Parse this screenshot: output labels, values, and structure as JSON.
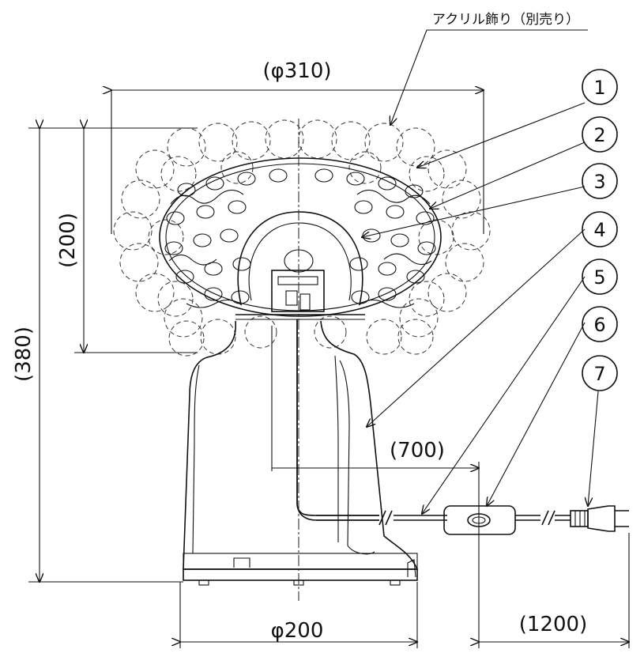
{
  "dimensions": {
    "width_top": "(φ310)",
    "shade_height": "(200)",
    "total_height": "(380)",
    "cord_to_switch": "(700)",
    "base_diameter": "φ200",
    "switch_to_plug": "(1200)"
  },
  "callout_note": "アクリル飾り（別売り）",
  "part_numbers": [
    "1",
    "2",
    "3",
    "4",
    "5",
    "6",
    "7"
  ]
}
